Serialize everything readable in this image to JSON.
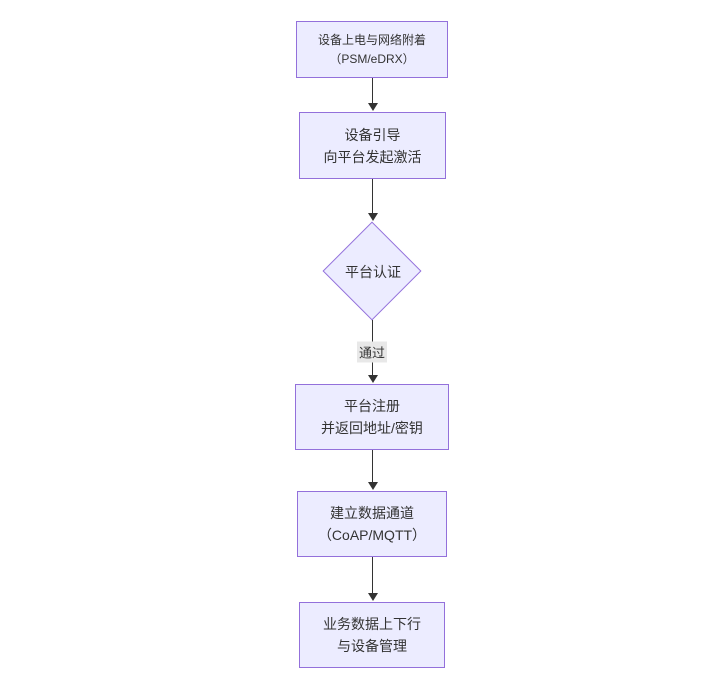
{
  "diagram": {
    "type": "flowchart",
    "direction": "top-down",
    "colors": {
      "page_bg": "#ffffff",
      "node_fill": "#ECECFF",
      "node_border": "#9370DB",
      "text_color": "#333333",
      "edge_color": "#333333",
      "edge_label_bg": "#e8e8e8"
    },
    "nodes": [
      {
        "id": "power-network-attach",
        "shape": "rect",
        "line1": "设备上电与网络附着",
        "line2": "（PSM/eDRX）"
      },
      {
        "id": "device-bootstrap",
        "shape": "rect",
        "line1": "设备引导",
        "line2": "向平台发起激活"
      },
      {
        "id": "platform-auth",
        "shape": "diamond",
        "line1": "平台认证"
      },
      {
        "id": "platform-register",
        "shape": "rect",
        "line1": "平台注册",
        "line2": "并返回地址/密钥"
      },
      {
        "id": "data-channel",
        "shape": "rect",
        "line1": "建立数据通道",
        "line2": "（CoAP/MQTT）"
      },
      {
        "id": "business-data",
        "shape": "rect",
        "line1": "业务数据上下行",
        "line2": "与设备管理"
      }
    ],
    "edges": [
      {
        "from": "power-network-attach",
        "to": "device-bootstrap",
        "label": ""
      },
      {
        "from": "device-bootstrap",
        "to": "platform-auth",
        "label": ""
      },
      {
        "from": "platform-auth",
        "to": "platform-register",
        "label": "通过"
      },
      {
        "from": "platform-register",
        "to": "data-channel",
        "label": ""
      },
      {
        "from": "data-channel",
        "to": "business-data",
        "label": ""
      }
    ]
  }
}
